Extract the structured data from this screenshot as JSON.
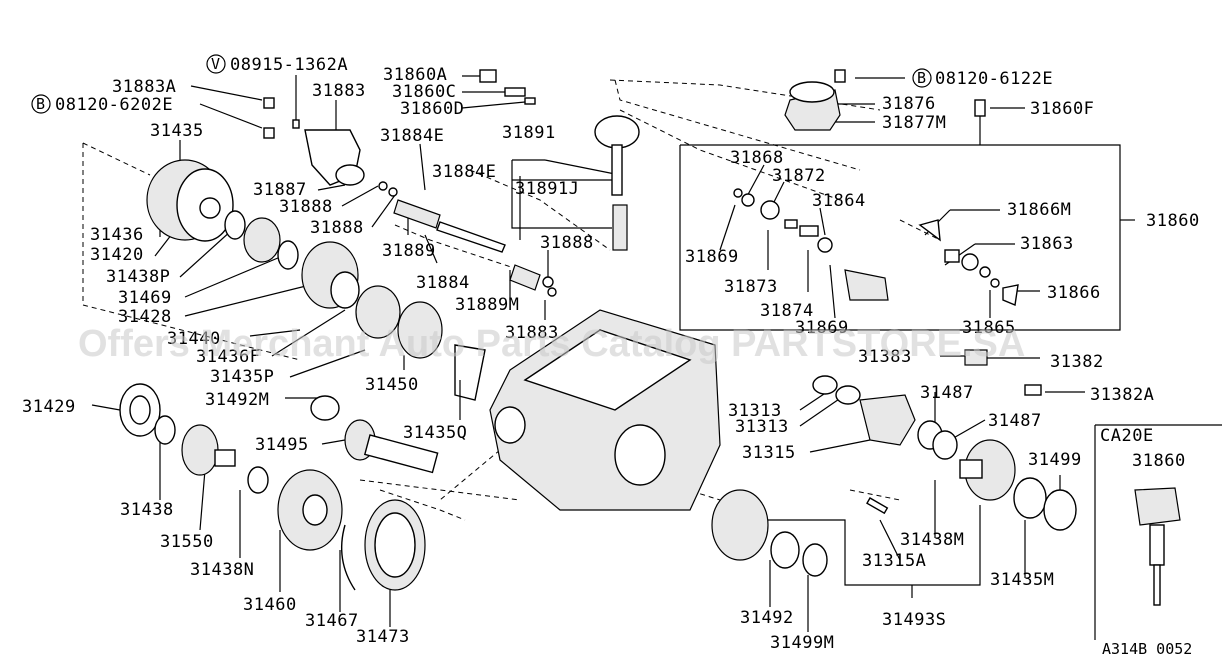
{
  "labels": {
    "l31883A": "31883A",
    "l08915": "08915-1362A",
    "l08915_prefix": "V",
    "l08120_6202E": "08120-6202E",
    "l08120_6202E_prefix": "B",
    "l31883": "31883",
    "l31435": "31435",
    "l31860A": "31860A",
    "l31860C": "31860C",
    "l31860D": "31860D",
    "l31884E_1": "31884E",
    "l31891": "31891",
    "l31884E_2": "31884E",
    "l31891J": "31891J",
    "l31887": "31887",
    "l31888_1": "31888",
    "l31888_2": "31888",
    "l31888_3": "31888",
    "l31436": "31436",
    "l31420": "31420",
    "l31438P": "31438P",
    "l31469": "31469",
    "l31428": "31428",
    "l31440": "31440",
    "l31436F": "31436F",
    "l31435P": "31435P",
    "l31450": "31450",
    "l31889": "31889",
    "l31884": "31884",
    "l31889M": "31889M",
    "l31883_b": "31883",
    "l31876": "31876",
    "l31877M": "31877M",
    "l08120_6122E": "08120-6122E",
    "l08120_6122E_prefix": "B",
    "l31860F": "31860F",
    "l31868": "31868",
    "l31872": "31872",
    "l31864": "31864",
    "l31866M": "31866M",
    "l31860": "31860",
    "l31869_1": "31869",
    "l31873": "31873",
    "l31863": "31863",
    "l31874": "31874",
    "l31869_2": "31869",
    "l31866": "31866",
    "l31865": "31865",
    "l31383": "31383",
    "l31382": "31382",
    "l31382A": "31382A",
    "l31429": "31429",
    "l31492M": "31492M",
    "l31435Q": "31435Q",
    "l31495": "31495",
    "l31313_1": "31313",
    "l31313_2": "31313",
    "l31487_1": "31487",
    "l31487_2": "31487",
    "l31315": "31315",
    "l31499": "31499",
    "l31438": "31438",
    "l31550": "31550",
    "l31438N": "31438N",
    "l31460": "31460",
    "l31467": "31467",
    "l31473": "31473",
    "l31492": "31492",
    "l31499M": "31499M",
    "l31493S": "31493S",
    "l31315A": "31315A",
    "l31438M": "31438M",
    "l31435M": "31435M",
    "l_ca20e": "CA20E",
    "l_inset_31860": "31860",
    "l_ref": "A314B 0052"
  },
  "watermark": "Offers Merchant Auto Parts Catalog PARTSTORE.SA"
}
